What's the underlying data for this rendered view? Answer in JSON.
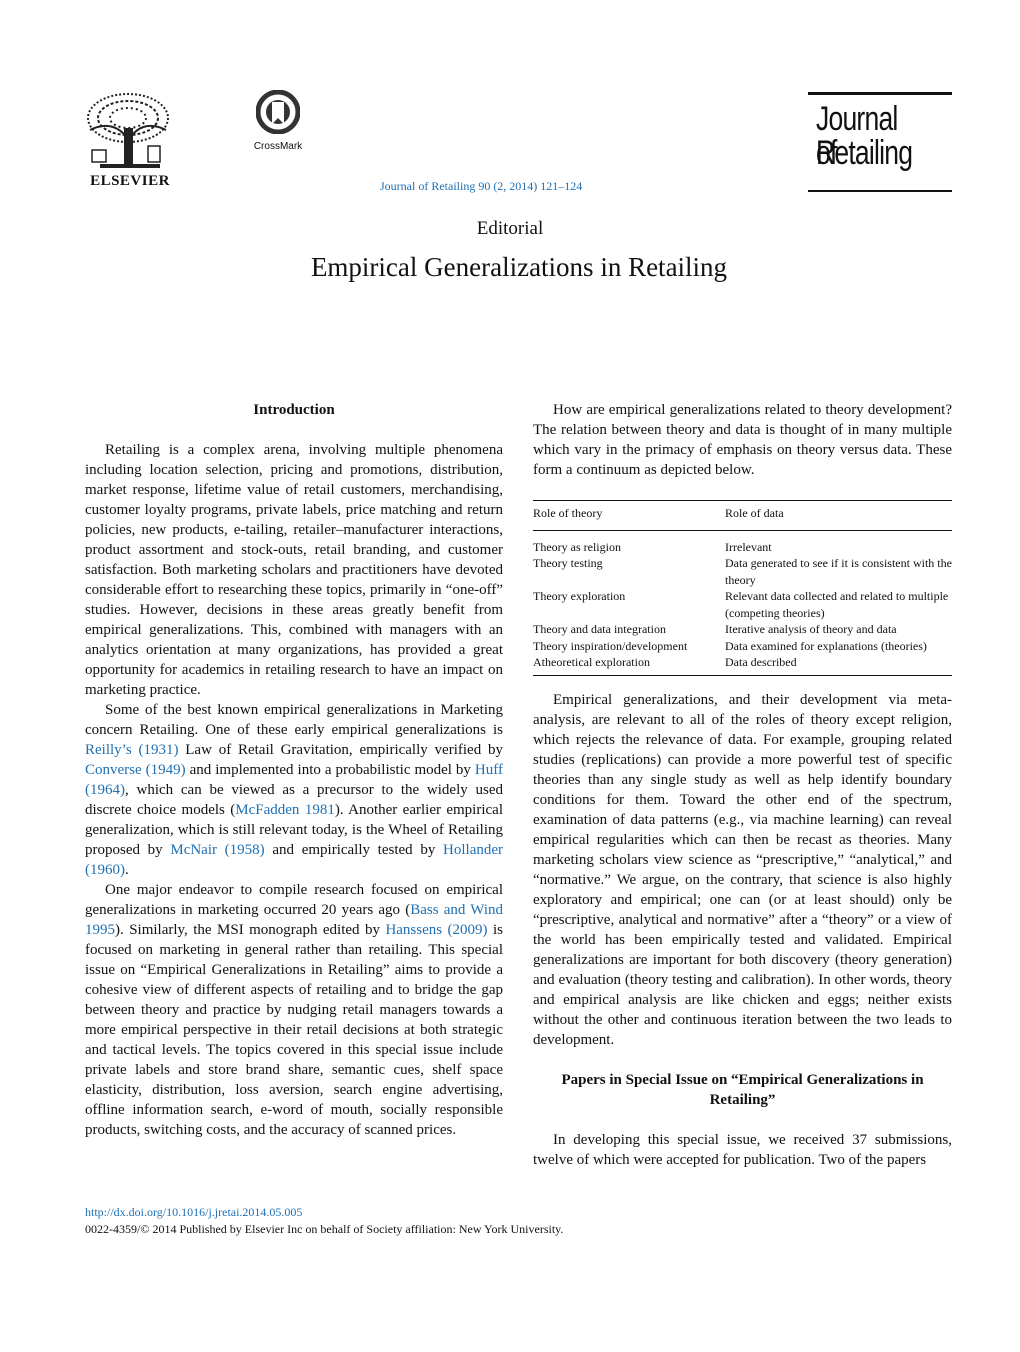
{
  "header": {
    "publisher_logo_icon": "elsevier-tree-icon",
    "publisher_name": "ELSEVIER",
    "crossmark_icon": "crossmark-icon",
    "crossmark_label": "CrossMark",
    "citation": "Journal of Retailing 90 (2, 2014) 121–124",
    "journal_logo_line1": "Journal of",
    "journal_logo_line2": "Retailing"
  },
  "article": {
    "section": "Editorial",
    "title": "Empirical Generalizations in Retailing"
  },
  "left_column": {
    "heading": "Introduction",
    "p1": "Retailing is a complex arena, involving multiple phenomena including location selection, pricing and promotions, distribution, market response, lifetime value of retail customers, merchandising, customer loyalty programs, private labels, price matching and return policies, new products, e-tailing, retailer–manufacturer interactions, product assortment and stock-outs, retail branding, and customer satisfaction. Both marketing scholars and practitioners have devoted considerable effort to researching these topics, primarily in “one-off” studies. However, decisions in these areas greatly benefit from empirical generalizations. This, combined with managers with an analytics orientation at many organizations, has provided a great opportunity for academics in retailing research to have an impact on marketing practice.",
    "p2": {
      "t1": "Some of the best known empirical generalizations in Marketing concern Retailing. One of these early empirical generalizations is ",
      "l1": "Reilly’s (1931)",
      "t2": " Law of Retail Gravitation, empirically verified by ",
      "l2": "Converse (1949)",
      "t3": " and implemented into a probabilistic model by ",
      "l3": "Huff (1964)",
      "t4": ", which can be viewed as a precursor to the widely used discrete choice models (",
      "l4": "McFadden 1981",
      "t5": "). Another earlier empirical generalization, which is still relevant today, is the Wheel of Retailing proposed by ",
      "l5": "McNair (1958)",
      "t6": " and empirically tested by ",
      "l6": "Hollander (1960)",
      "t7": "."
    },
    "p3": {
      "t1": "One major endeavor to compile research focused on empirical generalizations in marketing occurred 20 years ago (",
      "l1": "Bass and Wind 1995",
      "t2": "). Similarly, the MSI monograph edited by ",
      "l2": "Hanssens (2009)",
      "t3": " is focused on marketing in general rather than retailing. This special issue on “Empirical Generalizations in Retailing” aims to provide a cohesive view of different aspects of retailing and to bridge the gap between theory and practice by nudging retail managers towards a more empirical perspective in their retail decisions at both strategic and tactical levels. The topics covered in this special issue include private labels and store brand share, semantic cues, shelf space elasticity, distribution, loss aversion, search engine advertising, offline information search, e-word of mouth, socially responsible products, switching costs, and the accuracy of scanned prices."
    }
  },
  "right_column": {
    "p1": "How are empirical generalizations related to theory development? The relation between theory and data is thought of in many multiple which vary in the primacy of emphasis on theory versus data. These form a continuum as depicted below.",
    "table": {
      "headers": [
        "Role of theory",
        "Role of data"
      ],
      "rows": [
        [
          "Theory as religion",
          "Irrelevant"
        ],
        [
          "Theory testing",
          "Data generated to see if it is consistent with the theory"
        ],
        [
          "Theory exploration",
          "Relevant data collected and related to multiple (competing theories)"
        ],
        [
          "Theory and data integration",
          "Iterative analysis of theory and data"
        ],
        [
          "Theory inspiration/development",
          "Data examined for explanations (theories)"
        ],
        [
          "Atheoretical exploration",
          "Data described"
        ]
      ]
    },
    "p2": "Empirical generalizations, and their development via meta-analysis, are relevant to all of the roles of theory except religion, which rejects the relevance of data. For example, grouping related studies (replications) can provide a more powerful test of specific theories than any single study as well as help identify boundary conditions for them. Toward the other end of the spectrum, examination of data patterns (e.g., via machine learning) can reveal empirical regularities which can then be recast as theories. Many marketing scholars view science as “prescriptive,” “analytical,” and “normative.” We argue, on the contrary, that science is also highly exploratory and empirical; one can (or at least should) only be “prescriptive, analytical and normative” after a “theory” or a view of the world has been empirically tested and validated. Empirical generalizations are important for both discovery (theory generation) and evaluation (theory testing and calibration). In other words, theory and empirical analysis are like chicken and eggs; neither exists without the other and continuous iteration between the two leads to development.",
    "heading2": "Papers in Special Issue on “Empirical Generalizations in Retailing”",
    "p3": "In developing this special issue, we received 37 submissions, twelve of which were accepted for publication. Two of the papers"
  },
  "footer": {
    "doi": "http://dx.doi.org/10.1016/j.jretai.2014.05.005",
    "copyright": "0022-4359/© 2014 Published by Elsevier Inc on behalf of Society affiliation: New York University."
  }
}
